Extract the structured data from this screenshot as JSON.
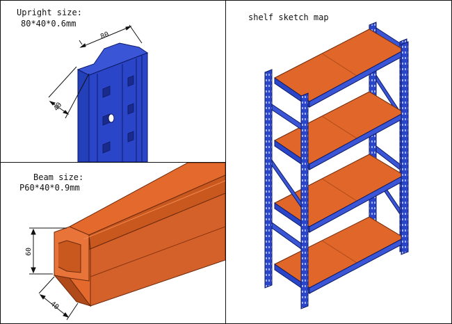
{
  "upright": {
    "title": "Upright size:",
    "spec": "80*40*0.6mm",
    "dim_width": "80",
    "dim_depth": "40"
  },
  "beam": {
    "title": "Beam size:",
    "spec": "P60*40*0.9mm",
    "dim_height": "60",
    "dim_depth": "40"
  },
  "shelf": {
    "title": "shelf sketch map",
    "level_count": 4
  },
  "colors": {
    "upright_blue": "#2b45c8",
    "upright_dark": "#1a2b8c",
    "deck_orange": "#e0662a",
    "deck_dark": "#b04a1a",
    "border": "#111111"
  }
}
